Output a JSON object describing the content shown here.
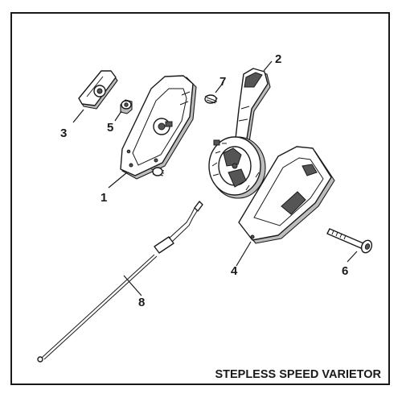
{
  "title": "STEPLESS SPEED VARIETOR",
  "callouts": [
    {
      "id": "1",
      "label": "1"
    },
    {
      "id": "2",
      "label": "2"
    },
    {
      "id": "3",
      "label": "3"
    },
    {
      "id": "4",
      "label": "4"
    },
    {
      "id": "5",
      "label": "5"
    },
    {
      "id": "6",
      "label": "6"
    },
    {
      "id": "7",
      "label": "7"
    },
    {
      "id": "8",
      "label": "8"
    }
  ],
  "colors": {
    "line": "#1a1a1a",
    "shade": "#bdbdbd",
    "background": "#ffffff"
  }
}
